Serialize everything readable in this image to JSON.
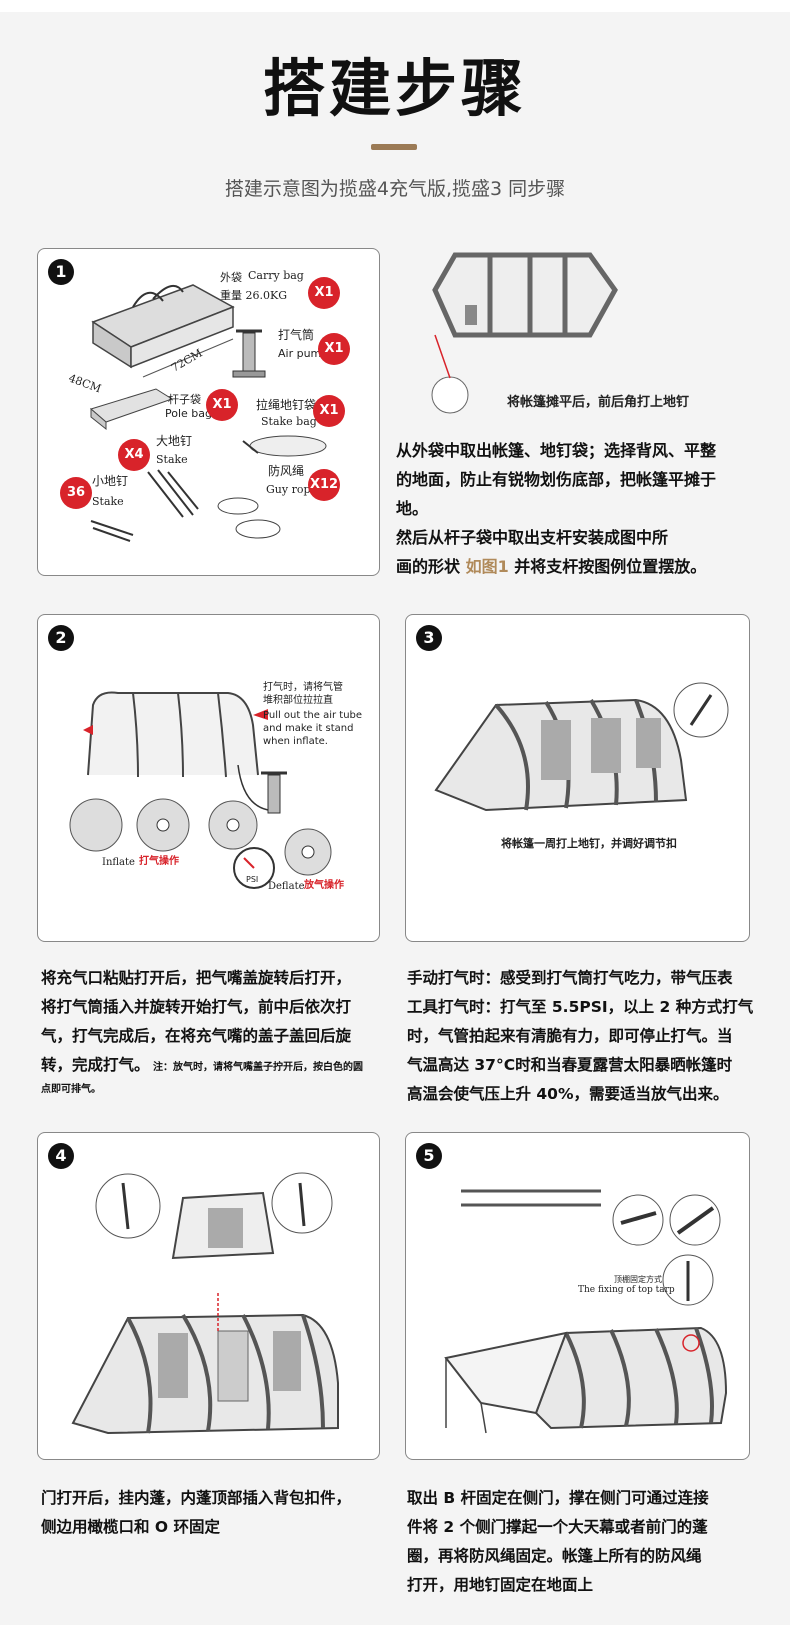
{
  "header": {
    "title": "搭建步骤",
    "subtitle": "搭建示意图为揽盛4充气版,揽盛3 同步骤",
    "accent_color": "#9b7a55"
  },
  "step1": {
    "number": "1",
    "items": [
      {
        "cn": "外袋",
        "en": "Carry bag",
        "qty": "X1"
      },
      {
        "cn": "打气筒",
        "en": "Air pump",
        "qty": "X1"
      },
      {
        "cn": "杆子袋",
        "en": "Pole bag",
        "qty": "X1"
      },
      {
        "cn": "拉绳地钉袋",
        "en": "Stake bag",
        "qty": "X1"
      },
      {
        "cn": "大地钉",
        "en": "Stake",
        "qty": "X4"
      },
      {
        "cn": "防风绳",
        "en": "Guy rope",
        "qty": "X12"
      },
      {
        "cn": "小地钉",
        "en": "Stake",
        "qty": "36"
      }
    ],
    "weight_label": "重量 26.0KG",
    "dim_length": "72CM",
    "dim_width": "48CM",
    "side_caption": "将帐篷摊平后，前后角打上地钉",
    "desc_lines": [
      "从外袋中取出帐篷、地钉袋；选择背风、平整",
      "的地面，防止有锐物划伤底部，把帐篷平摊于",
      "地。",
      "然后从杆子袋中取出支杆安装成图中所"
    ],
    "desc_last_pre": "画的形状 ",
    "desc_last_hl": "如图1",
    "desc_last_post": " 并将支杆按图例位置摆放。"
  },
  "step2": {
    "number": "2",
    "callout_cn_1": "打气时，请将气管",
    "callout_cn_2": "堆积部位拉拉直",
    "callout_en_1": "Pull out the air tube",
    "callout_en_2": "and make it stand",
    "callout_en_3": "when inflate.",
    "inflate_en": "Inflate",
    "inflate_cn": "打气操作",
    "deflate_en": "Deflate",
    "deflate_cn": "放气操作",
    "gauge_label": "PSI",
    "desc_lines": [
      "将充气口粘贴打开后，把气嘴盖旋转后打开，",
      "将打气筒插入并旋转开始打气，前中后依次打",
      "气，打气完成后，在将充气嘴的盖子盖回后旋"
    ],
    "desc_last": "转，完成打气。",
    "desc_note_1": " 注：放气时，请将气嘴盖子拧开后，按白色的圆",
    "desc_note_2": "点即可排气。"
  },
  "step3": {
    "number": "3",
    "caption": "将帐篷一周打上地钉，并调好调节扣",
    "desc_lines": [
      "手动打气时：感受到打气筒打气吃力，带气压表",
      "工具打气时：打气至 5.5PSI，以上 2 种方式打气",
      "时，气管拍起来有清脆有力，即可停止打气。当",
      "气温高达 37°C时和当春夏露营太阳暴晒帐篷时",
      "高温会使气压上升 40%，需要适当放气出来。"
    ]
  },
  "step4": {
    "number": "4",
    "desc_lines": [
      "门打开后，挂内蓬，内蓬顶部插入背包扣件，",
      "侧边用橄榄口和 O 环固定"
    ]
  },
  "step5": {
    "number": "5",
    "callout_cn": "顶棚固定方式",
    "callout_en": "The fixing of top tarp",
    "desc_lines": [
      "取出 B 杆固定在侧门，撑在侧门可通过连接",
      "件将 2 个侧门撑起一个大天幕或者前门的蓬",
      "圈，再将防风绳固定。帐篷上所有的防风绳",
      "打开，用地钉固定在地面上"
    ]
  }
}
